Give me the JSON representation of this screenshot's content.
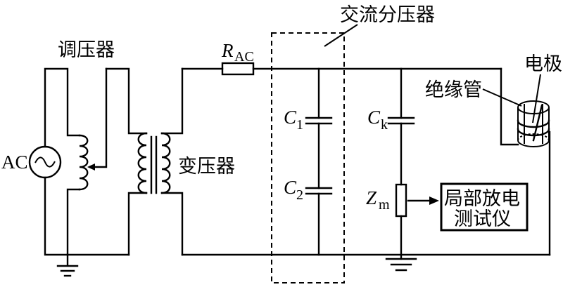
{
  "labels": {
    "regulator": "调压器",
    "transformer": "变压器",
    "divider": "交流分压器",
    "insulating_tube": "绝缘管",
    "electrode": "电极",
    "ac_source": "AC",
    "pd_meter_line1": "局部放电",
    "pd_meter_line2": "测试仪"
  },
  "components": {
    "r_ac": {
      "symbol": "R",
      "subscript": "AC"
    },
    "c1": {
      "symbol": "C",
      "subscript": "1"
    },
    "c2": {
      "symbol": "C",
      "subscript": "2"
    },
    "ck": {
      "symbol": "C",
      "subscript": "k"
    },
    "zm": {
      "symbol": "Z",
      "subscript": "m"
    }
  }
}
